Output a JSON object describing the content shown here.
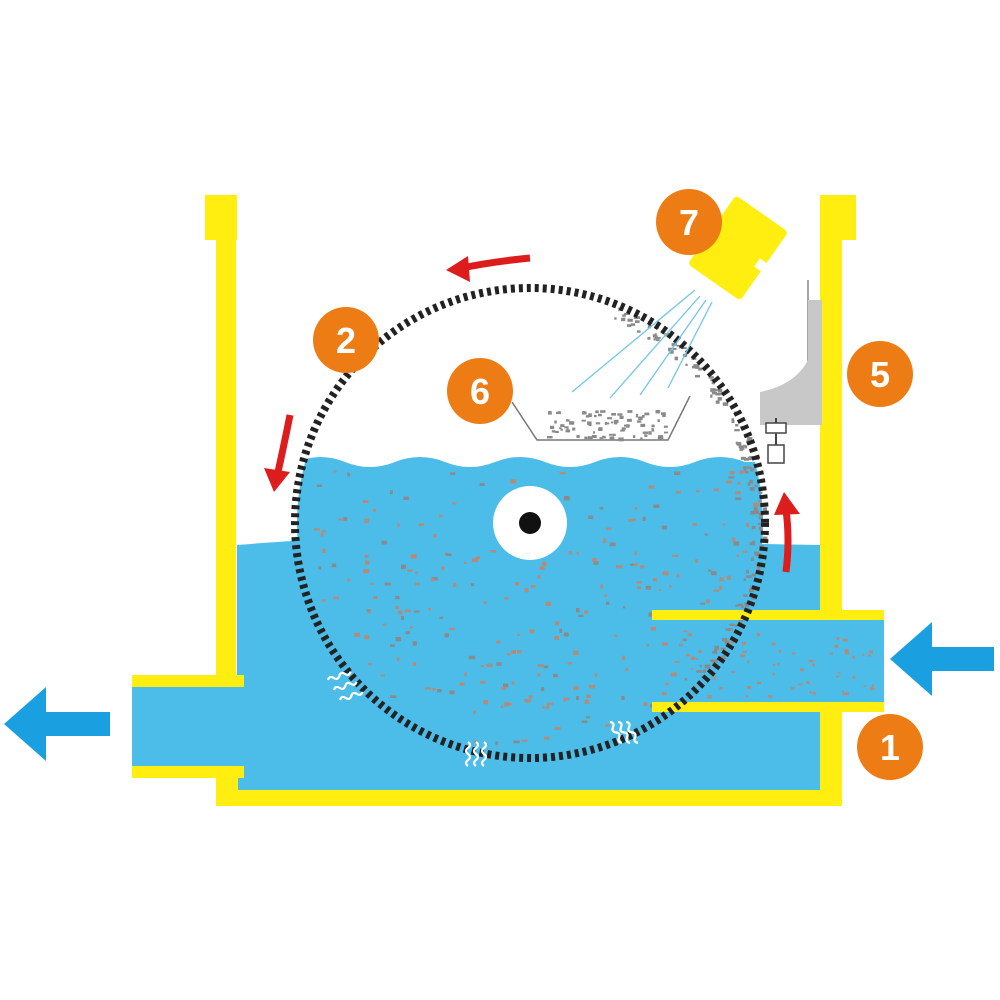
{
  "diagram": {
    "kind": "rotary drum filter process schematic",
    "colors": {
      "tank_wall": "#ffee10",
      "water": "#4bbde8",
      "screen_dots": "#222222",
      "particles_brown": "#b58a78",
      "particles_grey": "#8a8a8a",
      "rotation_arrow": "#dd1c1c",
      "flow_arrow": "#1aa0e0",
      "badge": "#ee7c14",
      "badge_text": "#ffffff",
      "nozzle": "#ffee10",
      "sensor_bracket": "#c8c8c8"
    },
    "callouts": [
      {
        "id": "1",
        "label": "1",
        "part": "inlet-pipe"
      },
      {
        "id": "2",
        "label": "2",
        "part": "drum-screen"
      },
      {
        "id": "5",
        "label": "5",
        "part": "level-sensor"
      },
      {
        "id": "6",
        "label": "6",
        "part": "sludge-trough"
      },
      {
        "id": "7",
        "label": "7",
        "part": "spray-nozzle"
      }
    ],
    "flows": [
      {
        "name": "inflow",
        "direction": "left",
        "icon": "arrow-left-icon"
      },
      {
        "name": "outflow",
        "direction": "left",
        "icon": "arrow-left-icon"
      }
    ],
    "drum_rotation": "counterclockwise",
    "icons": [
      "rotation-arrow-icon",
      "flow-arrow-icon",
      "spray-nozzle-icon",
      "float-switch-icon",
      "drum-axle-icon"
    ]
  }
}
